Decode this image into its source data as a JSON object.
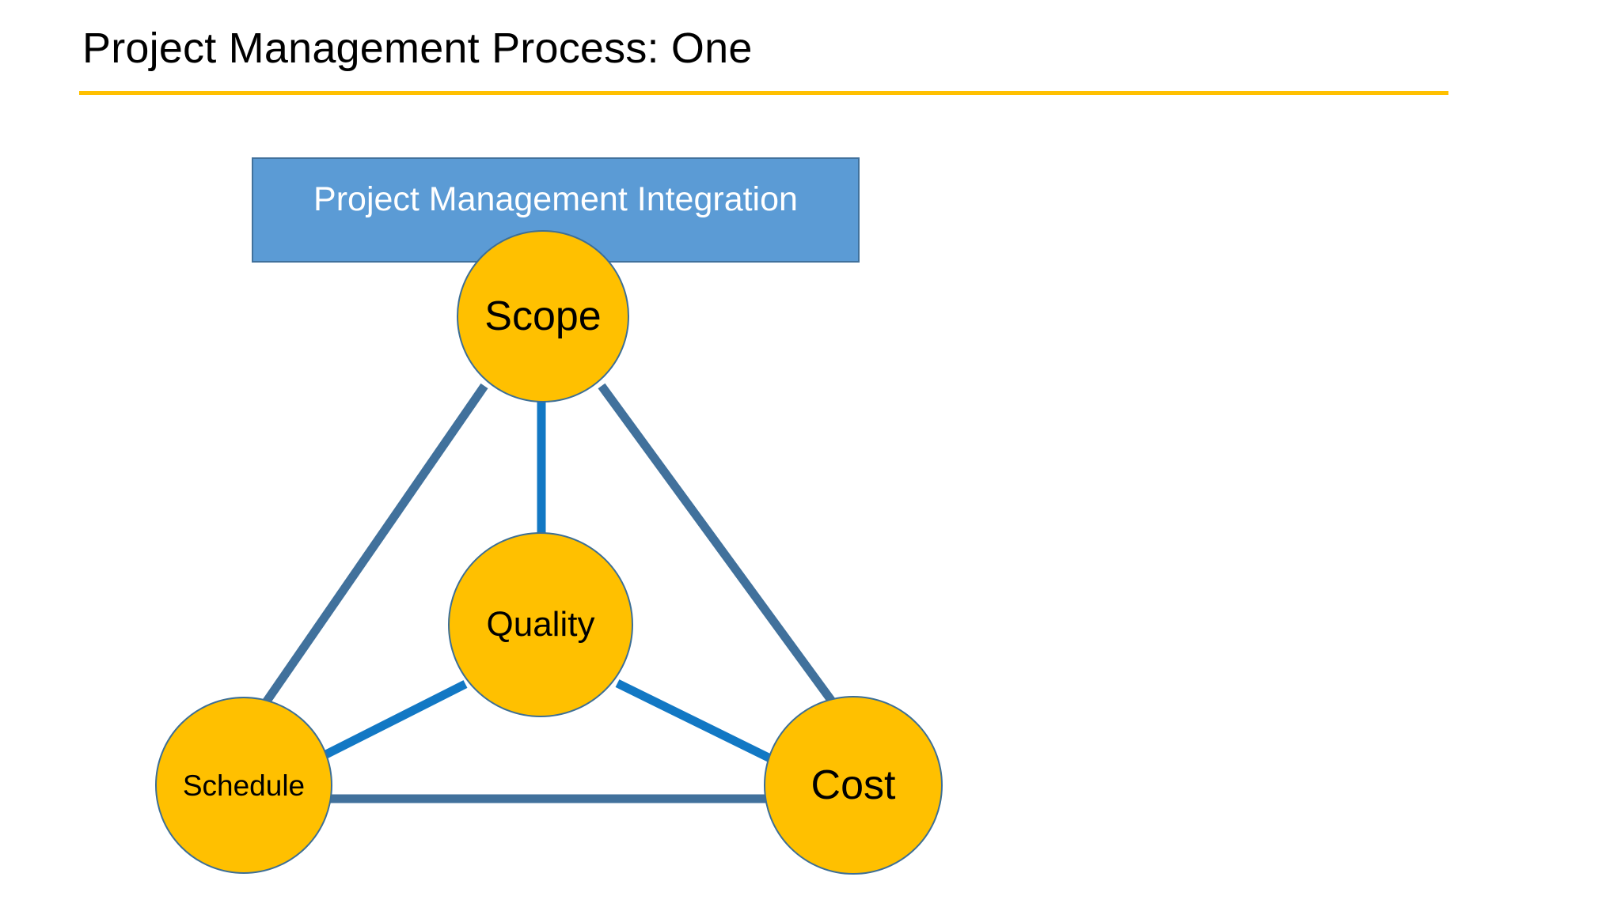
{
  "slide": {
    "title": "Project Management Process: One",
    "title_rule_color": "#FFC000",
    "background": "#ffffff"
  },
  "banner": {
    "label": "Project Management Integration",
    "fill": "#5B9BD5",
    "border": "#41719C",
    "text_color": "#ffffff"
  },
  "nodes": {
    "scope": {
      "label": "Scope"
    },
    "quality": {
      "label": "Quality"
    },
    "schedule": {
      "label": "Schedule"
    },
    "cost": {
      "label": "Cost"
    }
  },
  "node_style": {
    "fill": "#FFC000",
    "border": "#3D6F96",
    "text_color": "#000000"
  },
  "connectors": {
    "outer_color": "#41719C",
    "inner_color": "#1278C4",
    "outer_edges": [
      "scope-schedule",
      "scope-cost",
      "schedule-cost"
    ],
    "inner_edges": [
      "scope-quality",
      "quality-schedule",
      "quality-cost"
    ]
  }
}
